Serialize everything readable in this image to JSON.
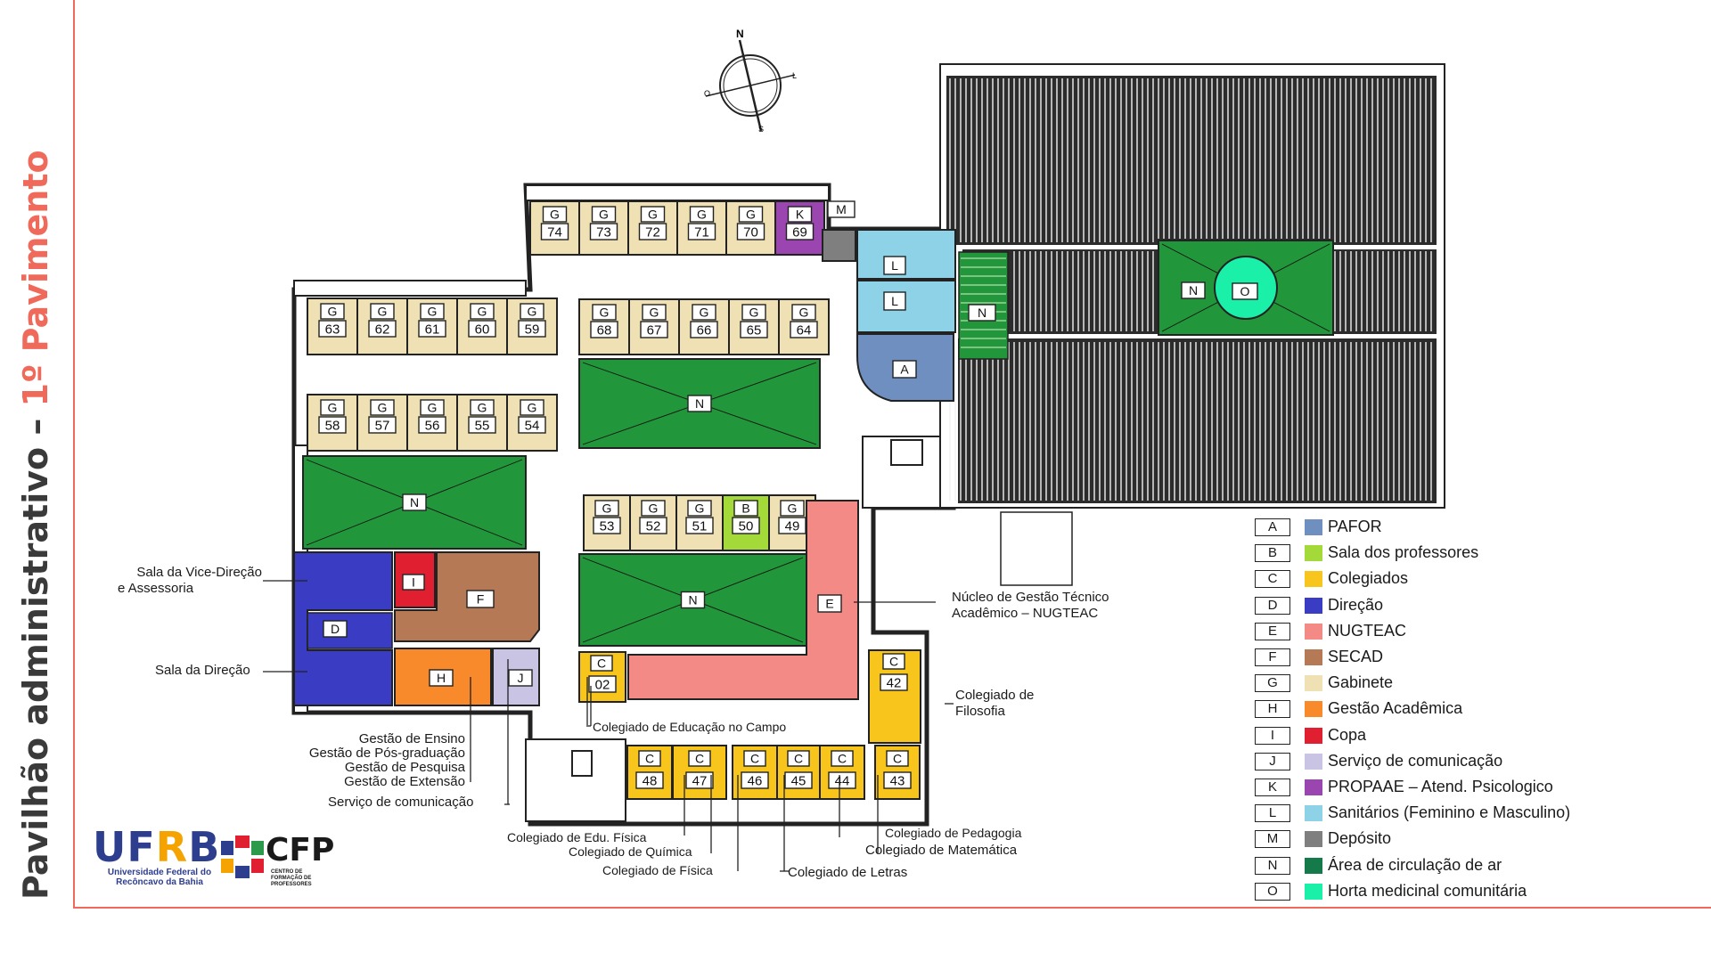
{
  "title": {
    "main": "Pavilhão administrativo – ",
    "accent": "1º Pavimento"
  },
  "compass": {
    "n": "N",
    "s": "S",
    "l": "L",
    "o": "O"
  },
  "logos": {
    "ufrb": {
      "u": "UF",
      "r": "R",
      "b": "B",
      "line1": "Universidade Federal do",
      "line2": "Recôncavo da Bahia"
    },
    "cfp": {
      "text": "CFP",
      "sub": "CENTRO DE FORMAÇÃO DE PROFESSORES"
    }
  },
  "colors": {
    "A": "#6f8fc1",
    "B": "#a4d93a",
    "C": "#f8c51c",
    "D": "#3a3cc4",
    "E": "#f48a86",
    "F": "#b57a55",
    "G": "#efe1b3",
    "H": "#f98a2c",
    "I": "#e02030",
    "J": "#c9c3e4",
    "K": "#9b45b0",
    "L": "#8ed2e8",
    "M": "#7f7f7f",
    "N": "#1f8a3a",
    "O": "#1af0a8",
    "roof": "#2c2c2c"
  },
  "legend": [
    {
      "key": "A",
      "label": "PAFOR"
    },
    {
      "key": "B",
      "label": "Sala dos professores"
    },
    {
      "key": "C",
      "label": "Colegiados"
    },
    {
      "key": "D",
      "label": "Direção"
    },
    {
      "key": "E",
      "label": "NUGTEAC"
    },
    {
      "key": "F",
      "label": "SECAD"
    },
    {
      "key": "G",
      "label": "Gabinete"
    },
    {
      "key": "H",
      "label": "Gestão Acadêmica"
    },
    {
      "key": "I",
      "label": "Copa"
    },
    {
      "key": "J",
      "label": "Serviço de comunicação"
    },
    {
      "key": "K",
      "label": "PROPAAE – Atend. Psicologico"
    },
    {
      "key": "L",
      "label": "Sanitários (Feminino e Masculino)"
    },
    {
      "key": "M",
      "label": "Depósito"
    },
    {
      "key": "N",
      "label": "Área de circulação de ar"
    },
    {
      "key": "O",
      "label": "Horta medicinal comunitária"
    }
  ],
  "rooms": {
    "row_top": [
      {
        "key": "G",
        "num": "74"
      },
      {
        "key": "G",
        "num": "73"
      },
      {
        "key": "G",
        "num": "72"
      },
      {
        "key": "G",
        "num": "71"
      },
      {
        "key": "G",
        "num": "70"
      },
      {
        "key": "K",
        "num": "69"
      }
    ],
    "row_59_63": [
      {
        "key": "G",
        "num": "63"
      },
      {
        "key": "G",
        "num": "62"
      },
      {
        "key": "G",
        "num": "61"
      },
      {
        "key": "G",
        "num": "60"
      },
      {
        "key": "G",
        "num": "59"
      }
    ],
    "row_54_58": [
      {
        "key": "G",
        "num": "58"
      },
      {
        "key": "G",
        "num": "57"
      },
      {
        "key": "G",
        "num": "56"
      },
      {
        "key": "G",
        "num": "55"
      },
      {
        "key": "G",
        "num": "54"
      }
    ],
    "row_64_68": [
      {
        "key": "G",
        "num": "68"
      },
      {
        "key": "G",
        "num": "67"
      },
      {
        "key": "G",
        "num": "66"
      },
      {
        "key": "G",
        "num": "65"
      },
      {
        "key": "G",
        "num": "64"
      }
    ],
    "row_49_53": [
      {
        "key": "G",
        "num": "53"
      },
      {
        "key": "G",
        "num": "52"
      },
      {
        "key": "G",
        "num": "51"
      },
      {
        "key": "B",
        "num": "50"
      },
      {
        "key": "G",
        "num": "49"
      }
    ],
    "row_43_48": [
      {
        "key": "C",
        "num": "48"
      },
      {
        "key": "C",
        "num": "47"
      },
      {
        "key": "C",
        "num": "46"
      },
      {
        "key": "C",
        "num": "45"
      },
      {
        "key": "C",
        "num": "44"
      },
      {
        "key": "C",
        "num": "43"
      }
    ],
    "c42": {
      "key": "C",
      "num": "42"
    },
    "c02": {
      "key": "C",
      "num": "02"
    },
    "single": {
      "A": "A",
      "D": "D",
      "E": "E",
      "F": "F",
      "H": "H",
      "I": "I",
      "J": "J",
      "L": "L",
      "M": "M",
      "N": "N",
      "O": "O"
    }
  },
  "annotations": {
    "vice_direcao_1": "Sala da Vice-Direção",
    "vice_direcao_2": "e Assessoria",
    "direcao": "Sala da Direção",
    "gestao_ensino": "Gestão de Ensino",
    "gestao_pos": "Gestão de Pós-graduação",
    "gestao_pesquisa": "Gestão de Pesquisa",
    "gestao_extensao": "Gestão de Extensão",
    "servico_comunicacao": "Serviço de comunicação",
    "educacao_campo": "Colegiado de Educação no Campo",
    "edu_fisica": "Colegiado de Edu. Física",
    "quimica": "Colegiado de Química",
    "fisica": "Colegiado de Física",
    "letras": "Colegiado de Letras",
    "pedagogia": "Colegiado de Pedagogia",
    "matematica": "Colegiado de Matemática",
    "filosofia_1": "Colegiado de",
    "filosofia_2": "Filosofia",
    "nugteac_1": "Núcleo de Gestão Técnico",
    "nugteac_2": "Acadêmico – NUGTEAC"
  }
}
